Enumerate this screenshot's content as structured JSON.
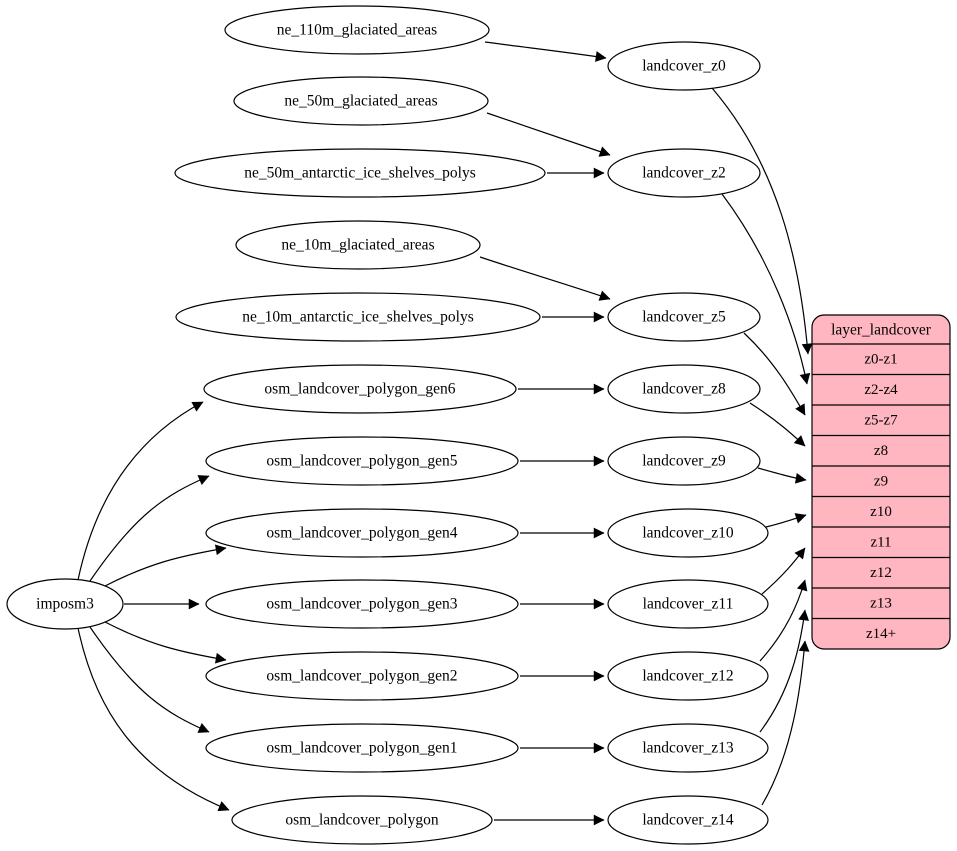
{
  "diagram": {
    "type": "dependency-graph",
    "background": "#ffffff",
    "colors": {
      "node_fill": "#ffffff",
      "edge_stroke": "#000000",
      "layer_fill": "#ffb6c1"
    },
    "tool": {
      "label": "imposm3"
    },
    "sources": [
      {
        "label": "ne_110m_glaciated_areas"
      },
      {
        "label": "ne_50m_glaciated_areas"
      },
      {
        "label": "ne_50m_antarctic_ice_shelves_polys"
      },
      {
        "label": "ne_10m_glaciated_areas"
      },
      {
        "label": "ne_10m_antarctic_ice_shelves_polys"
      },
      {
        "label": "osm_landcover_polygon_gen6"
      },
      {
        "label": "osm_landcover_polygon_gen5"
      },
      {
        "label": "osm_landcover_polygon_gen4"
      },
      {
        "label": "osm_landcover_polygon_gen3"
      },
      {
        "label": "osm_landcover_polygon_gen2"
      },
      {
        "label": "osm_landcover_polygon_gen1"
      },
      {
        "label": "osm_landcover_polygon"
      }
    ],
    "generalized": [
      {
        "label": "landcover_z0"
      },
      {
        "label": "landcover_z2"
      },
      {
        "label": "landcover_z5"
      },
      {
        "label": "landcover_z8"
      },
      {
        "label": "landcover_z9"
      },
      {
        "label": "landcover_z10"
      },
      {
        "label": "landcover_z11"
      },
      {
        "label": "landcover_z12"
      },
      {
        "label": "landcover_z13"
      },
      {
        "label": "landcover_z14"
      }
    ],
    "layer_table": {
      "title": "layer_landcover",
      "fill": "#ffb6c1",
      "rows": [
        "z0-z1",
        "z2-z4",
        "z5-z7",
        "z8",
        "z9",
        "z10",
        "z11",
        "z12",
        "z13",
        "z14+"
      ]
    },
    "edges": [
      {
        "from": "imposm3",
        "to": "osm_landcover_polygon_gen6"
      },
      {
        "from": "imposm3",
        "to": "osm_landcover_polygon_gen5"
      },
      {
        "from": "imposm3",
        "to": "osm_landcover_polygon_gen4"
      },
      {
        "from": "imposm3",
        "to": "osm_landcover_polygon_gen3"
      },
      {
        "from": "imposm3",
        "to": "osm_landcover_polygon_gen2"
      },
      {
        "from": "imposm3",
        "to": "osm_landcover_polygon_gen1"
      },
      {
        "from": "imposm3",
        "to": "osm_landcover_polygon"
      },
      {
        "from": "ne_110m_glaciated_areas",
        "to": "landcover_z0"
      },
      {
        "from": "ne_50m_glaciated_areas",
        "to": "landcover_z2"
      },
      {
        "from": "ne_50m_antarctic_ice_shelves_polys",
        "to": "landcover_z2"
      },
      {
        "from": "ne_10m_glaciated_areas",
        "to": "landcover_z5"
      },
      {
        "from": "ne_10m_antarctic_ice_shelves_polys",
        "to": "landcover_z5"
      },
      {
        "from": "osm_landcover_polygon_gen6",
        "to": "landcover_z8"
      },
      {
        "from": "osm_landcover_polygon_gen5",
        "to": "landcover_z9"
      },
      {
        "from": "osm_landcover_polygon_gen4",
        "to": "landcover_z10"
      },
      {
        "from": "osm_landcover_polygon_gen3",
        "to": "landcover_z11"
      },
      {
        "from": "osm_landcover_polygon_gen2",
        "to": "landcover_z12"
      },
      {
        "from": "osm_landcover_polygon_gen1",
        "to": "landcover_z13"
      },
      {
        "from": "osm_landcover_polygon",
        "to": "landcover_z14"
      },
      {
        "from": "landcover_z0",
        "to": "z0-z1"
      },
      {
        "from": "landcover_z2",
        "to": "z2-z4"
      },
      {
        "from": "landcover_z5",
        "to": "z5-z7"
      },
      {
        "from": "landcover_z8",
        "to": "z8"
      },
      {
        "from": "landcover_z9",
        "to": "z9"
      },
      {
        "from": "landcover_z10",
        "to": "z10"
      },
      {
        "from": "landcover_z11",
        "to": "z11"
      },
      {
        "from": "landcover_z12",
        "to": "z12"
      },
      {
        "from": "landcover_z13",
        "to": "z13"
      },
      {
        "from": "landcover_z14",
        "to": "z14+"
      }
    ]
  }
}
